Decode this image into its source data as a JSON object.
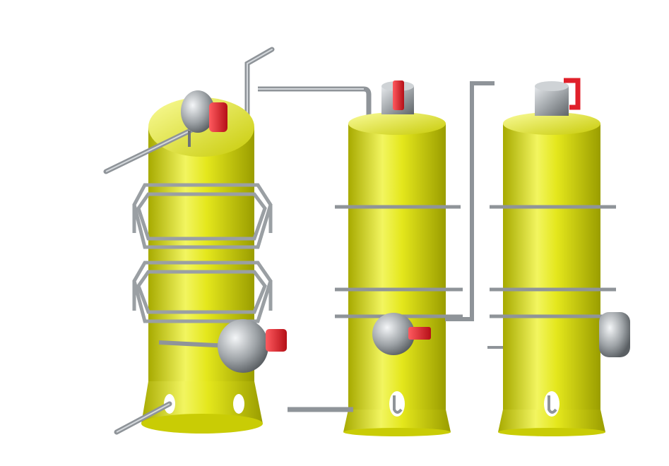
{
  "scene": {
    "subject": "three-vessel-rendering",
    "colors": {
      "vessel_body": "#d9dc10",
      "vessel_highlight": "#f4f76a",
      "vessel_shadow": "#9ea100",
      "pipe": "#8f9499",
      "pipe_highlight": "#d4d8dc",
      "handle": "#e0202a",
      "cap": "#a9adb1"
    },
    "vessels": [
      {
        "id": "vessel-left",
        "platform_rings": 2
      },
      {
        "id": "vessel-middle",
        "platform_rings": 3
      },
      {
        "id": "vessel-right",
        "platform_rings": 3
      }
    ]
  }
}
